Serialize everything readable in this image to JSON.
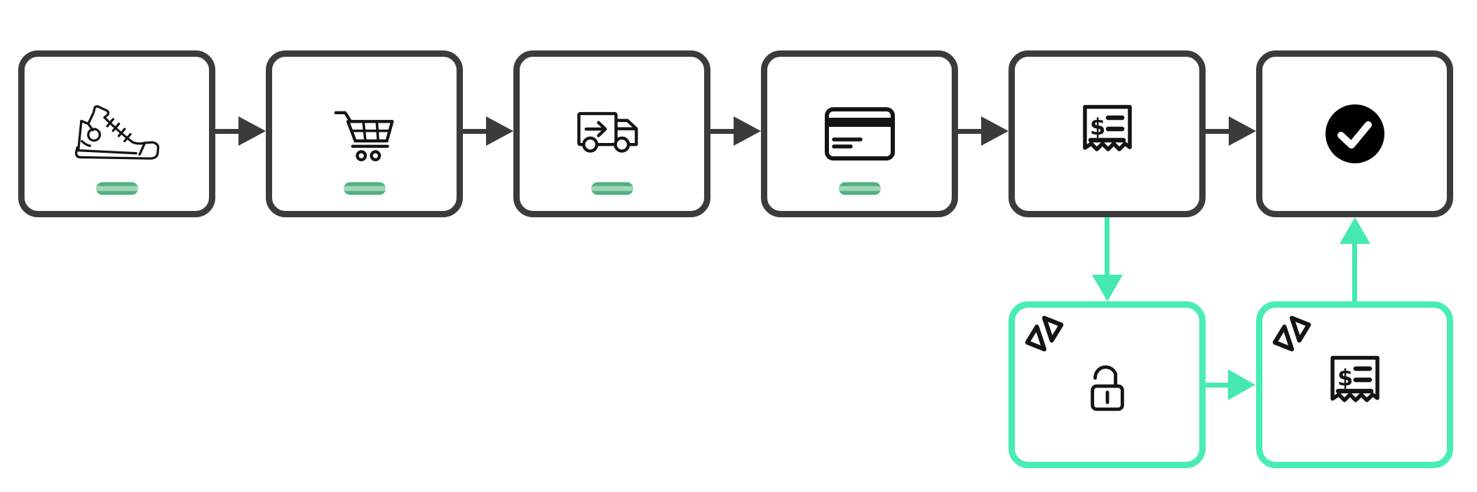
{
  "diagram": {
    "background": "#ffffff",
    "receipt_glyph": "$",
    "colors": {
      "node_border": "#3b3b3b",
      "arrow": "#3b3b3b",
      "highlight_border": "#48ecb6",
      "highlight_arrow": "#45e8b1",
      "status_pill": "#53b181",
      "status_pill_highlight": "#9fd8b8",
      "icon": "#141414",
      "check_circle_bg": "#000000",
      "check_mark": "#ffffff"
    },
    "main_flow": {
      "nodes": [
        {
          "label": "product",
          "icon": "sneaker-icon",
          "status_pill": true
        },
        {
          "label": "cart",
          "icon": "shopping-cart-icon",
          "status_pill": true
        },
        {
          "label": "shipping",
          "icon": "delivery-truck-icon",
          "status_pill": true
        },
        {
          "label": "payment",
          "icon": "credit-card-icon",
          "status_pill": true
        },
        {
          "label": "receipt",
          "icon": "receipt-icon",
          "status_pill": false
        },
        {
          "label": "complete",
          "icon": "check-circle-icon",
          "status_pill": false
        }
      ],
      "connectors": [
        {
          "from": "product",
          "to": "cart",
          "direction": "right",
          "color": "dark"
        },
        {
          "from": "cart",
          "to": "shipping",
          "direction": "right",
          "color": "dark"
        },
        {
          "from": "shipping",
          "to": "payment",
          "direction": "right",
          "color": "dark"
        },
        {
          "from": "payment",
          "to": "receipt",
          "direction": "right",
          "color": "dark"
        },
        {
          "from": "receipt",
          "to": "complete",
          "direction": "right",
          "color": "dark"
        }
      ]
    },
    "branch_flow": {
      "nodes": [
        {
          "label": "webhook-unlock",
          "icons": [
            "link-icon",
            "unlock-icon"
          ],
          "border": "green"
        },
        {
          "label": "webhook-receipt",
          "icons": [
            "link-icon",
            "receipt-icon"
          ],
          "border": "green"
        }
      ],
      "connectors": [
        {
          "from": "receipt",
          "to": "webhook-unlock",
          "direction": "down",
          "color": "green"
        },
        {
          "from": "webhook-unlock",
          "to": "webhook-receipt",
          "direction": "right",
          "color": "green"
        },
        {
          "from": "webhook-receipt",
          "to": "complete",
          "direction": "up",
          "color": "green"
        }
      ]
    }
  }
}
